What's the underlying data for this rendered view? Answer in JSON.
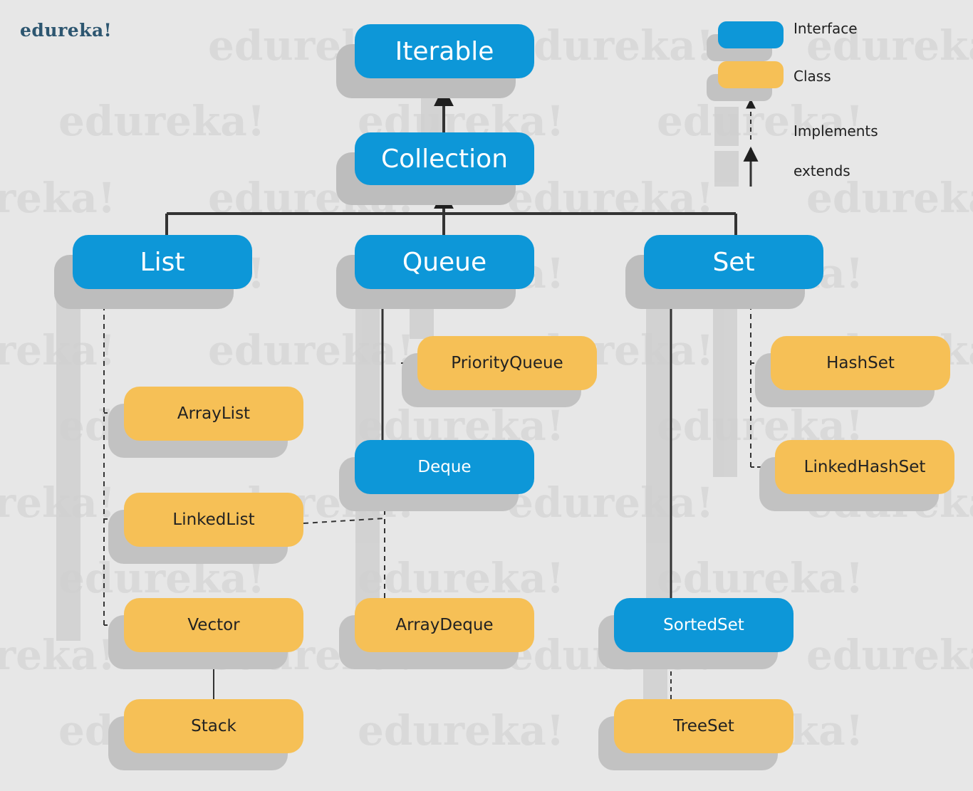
{
  "brand": "edureka!",
  "watermark_text": "edureka!",
  "colors": {
    "interface": "#0d97d8",
    "class": "#f6c056",
    "line": "#333333"
  },
  "nodes": {
    "iterable": {
      "label": "Iterable",
      "kind": "interface"
    },
    "collection": {
      "label": "Collection",
      "kind": "interface"
    },
    "list": {
      "label": "List",
      "kind": "interface"
    },
    "queue": {
      "label": "Queue",
      "kind": "interface"
    },
    "set": {
      "label": "Set",
      "kind": "interface"
    },
    "priority_queue": {
      "label": "PriorityQueue",
      "kind": "class"
    },
    "deque": {
      "label": "Deque",
      "kind": "interface"
    },
    "array_deque": {
      "label": "ArrayDeque",
      "kind": "class"
    },
    "array_list": {
      "label": "ArrayList",
      "kind": "class"
    },
    "linked_list": {
      "label": "LinkedList",
      "kind": "class"
    },
    "vector": {
      "label": "Vector",
      "kind": "class"
    },
    "stack": {
      "label": "Stack",
      "kind": "class"
    },
    "hash_set": {
      "label": "HashSet",
      "kind": "class"
    },
    "linked_hash_set": {
      "label": "LinkedHashSet",
      "kind": "class"
    },
    "sorted_set": {
      "label": "SortedSet",
      "kind": "interface"
    },
    "tree_set": {
      "label": "TreeSet",
      "kind": "class"
    }
  },
  "legend": {
    "interface": "Interface",
    "class": "Class",
    "implements": "Implements",
    "extends": "extends"
  }
}
